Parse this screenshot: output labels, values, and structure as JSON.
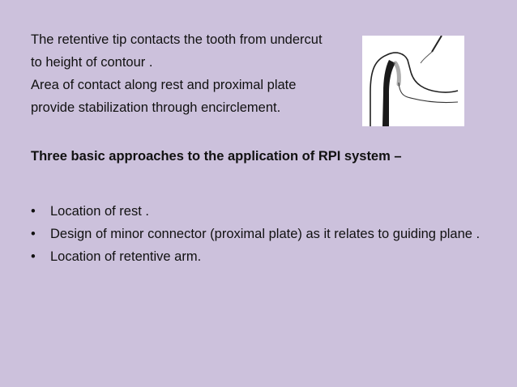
{
  "intro": {
    "lines": [
      "The retentive tip contacts the tooth from undercut",
      "to height of contour .",
      "Area of contact along rest and proximal plate",
      "provide stabilization through encirclement."
    ]
  },
  "heading": "Three basic approaches to the application of RPI system –",
  "bullets": [
    {
      "marker": "•",
      "text": "Location of rest ."
    },
    {
      "marker": "•",
      "text": "Design of minor connector (proximal plate) as it relates to guiding plane ."
    },
    {
      "marker": "•",
      "text": "Location of retentive arm."
    }
  ],
  "figure": {
    "icon": "rpi-clasp-tooth-diagram-icon"
  },
  "colors": {
    "background": "#ccc1dc",
    "text": "#111111"
  }
}
